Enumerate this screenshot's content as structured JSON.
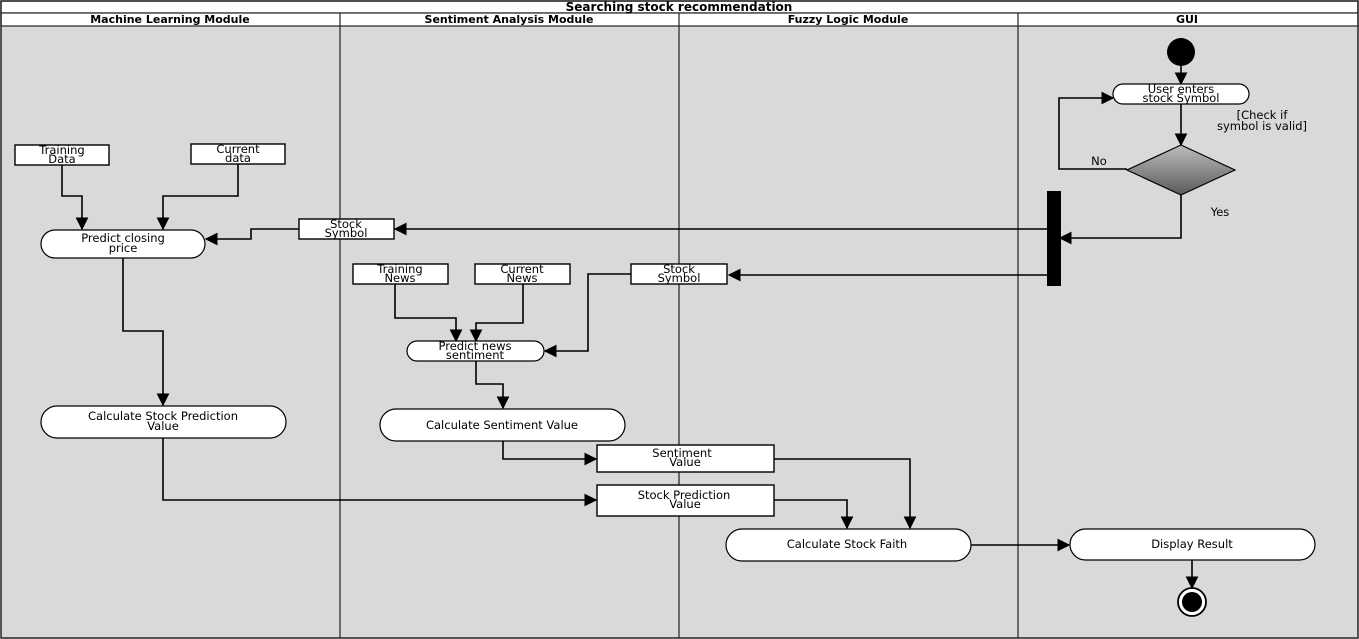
{
  "title": "Searching stock recommendation",
  "lanes": [
    "Machine Learning Module",
    "Sentiment Analysis Module",
    "Fuzzy Logic Module",
    "GUI"
  ],
  "actions": {
    "user_enters": [
      "User enters",
      "stock Symbol"
    ],
    "predict_price": [
      "Predict closing",
      "price"
    ],
    "predict_sentiment": [
      "Predict news",
      "sentiment"
    ],
    "calc_prediction": [
      "Calculate Stock Prediction",
      "Value"
    ],
    "calc_sentiment": [
      "Calculate Sentiment Value"
    ],
    "calc_faith": [
      "Calculate Stock Faith"
    ],
    "display_result": [
      "Display Result"
    ]
  },
  "objects": {
    "training_data": [
      "Training",
      "Data"
    ],
    "current_data": [
      "Current",
      "data"
    ],
    "stock_symbol_ml": [
      "Stock",
      "Symbol"
    ],
    "training_news": [
      "Training",
      "News"
    ],
    "current_news": [
      "Current",
      "News"
    ],
    "stock_symbol_sa": [
      "Stock",
      "Symbol"
    ],
    "sentiment_value": [
      "Sentiment",
      "Value"
    ],
    "stock_prediction_value": [
      "Stock Prediction",
      "Value"
    ]
  },
  "guards": {
    "check_valid": [
      "[Check if",
      "symbol is valid]"
    ],
    "no": "No",
    "yes": "Yes"
  }
}
